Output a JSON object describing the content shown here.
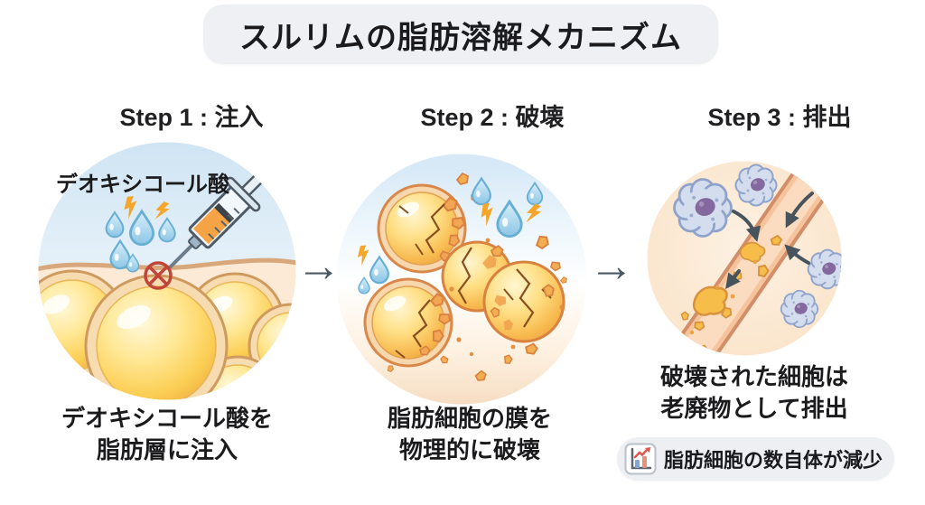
{
  "title": "スルリムの脂肪溶解メカニズム",
  "glyphs": {
    "arrow_right": "→"
  },
  "steps": [
    {
      "heading": "Step 1 : 注入",
      "annotation": "デオキシコール酸",
      "caption_line1": "デオキシコール酸を",
      "caption_line2": "脂肪層に注入",
      "illustration": "syringe-injecting-fat-layer"
    },
    {
      "heading": "Step 2 : 破壊",
      "caption_line1": "脂肪細胞の膜を",
      "caption_line2": "物理的に破壊",
      "illustration": "cracked-fat-cells"
    },
    {
      "heading": "Step 3 : 排出",
      "caption_line1": "破壊された細胞は",
      "caption_line2": "老廃物として排出",
      "badge_label": "脂肪細胞の数自体が減少",
      "badge_icon": "bar-chart-up-icon",
      "illustration": "vessel-excreting-debris"
    }
  ],
  "colors": {
    "page_bg": "#ffffff",
    "banner_bg": "#eef0f3",
    "text": "#1b1b1d",
    "flow_arrow": "#4b5863",
    "badge_bg": "#edeff2",
    "fat_cell_yellow": "#fbce54",
    "fat_cell_outline": "#cf9a5e",
    "skin_tone": "#fcead6",
    "droplet_blue": "#a9d7ee",
    "spark_orange": "#f5a62a",
    "broken_cell_orange": "#f2a653",
    "crack_brown": "#8a4f1f",
    "vessel_outline": "#d28e68",
    "vessel_fill": "#f5c49d",
    "immune_cell_fill": "#d4ddee",
    "immune_cell_outline": "#8fa3cb",
    "nucleus_purple": "#84699e",
    "x_mark_red": "#c2453a"
  }
}
